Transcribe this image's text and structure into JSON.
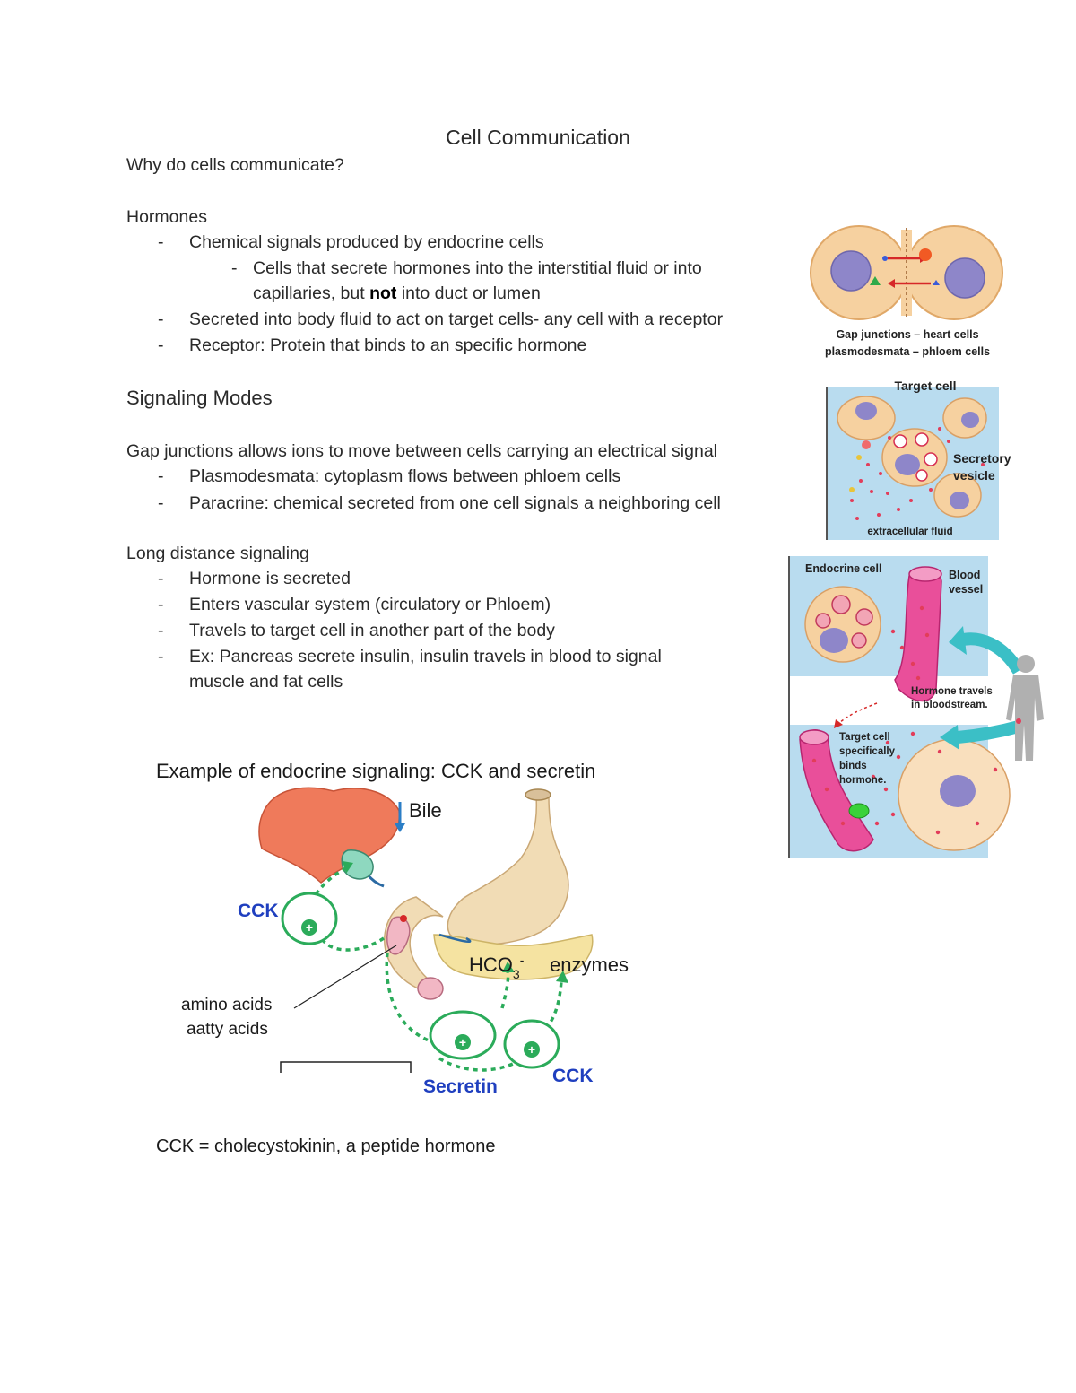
{
  "doc": {
    "title": "Cell Communication",
    "question": "Why do cells communicate?",
    "hormones": {
      "heading": "Hormones",
      "items": [
        "Chemical signals produced by endocrine  cells",
        "Cells that secrete hormones into the interstitial fluid or into",
        "capillaries, but",
        "not",
        "into duct  or lumen",
        "Secreted into body fluid to act on target cells- any cell with a receptor",
        "Receptor: Protein that binds to an specific hormone"
      ]
    },
    "signaling": {
      "heading": "Signaling Modes",
      "gap_line": "Gap junctions allows ions to move between cells carrying an electrical signal",
      "items": [
        "Plasmodesmata: cytoplasm flows between phloem cells",
        "Paracrine: chemical secreted from one cell signals a neighboring cell"
      ]
    },
    "long_distance": {
      "heading": "Long distance signaling",
      "items": [
        "Hormone is secreted",
        "Enters vascular system (circulatory or Phloem)",
        "Travels to target cell in another part of the body",
        "Ex: Pancreas secrete insulin, insulin travels in blood to signal",
        "muscle and fat cells"
      ]
    },
    "dash": "-"
  },
  "figures": {
    "gap": {
      "line1": "Gap junctions – heart cells",
      "line2": "plasmodesmata – phloem cells"
    },
    "paracrine": {
      "target": "Target cell",
      "secretory1": "Secretory",
      "secretory2": "vesicle",
      "fluid": "extracellular fluid"
    },
    "endocrine": {
      "endo": "Endocrine cell",
      "blood1": "Blood",
      "blood2": "vessel",
      "travels1": "Hormone travels",
      "travels2": "in bloodstream.",
      "target1": "Target cell",
      "target2": "specifically",
      "target3": "binds",
      "target4": "hormone."
    },
    "cck": {
      "title": "Example of endocrine signaling:  CCK and secretin",
      "bile": "Bile",
      "cck_left": "CCK",
      "hco3": "HCO",
      "hco3_sub": "3",
      "hco3_sup": "-",
      "enzymes": "enzymes",
      "amino1": "amino acids",
      "amino2": "aatty acids",
      "secretin": "Secretin",
      "cck_right": "CCK",
      "plus": "+",
      "caption": "CCK = cholecystokinin, a peptide hormone"
    }
  },
  "colors": {
    "text": "#2a2a2a",
    "cck_blue": "#1f3fbf",
    "green_dash": "#2bab5a",
    "panel_blue": "#b9dcef",
    "cell_orange": "#f6d1a0",
    "nucleus": "#8e86c9",
    "vessel_pink": "#e94f9a",
    "liver": "#ef7a5b"
  }
}
